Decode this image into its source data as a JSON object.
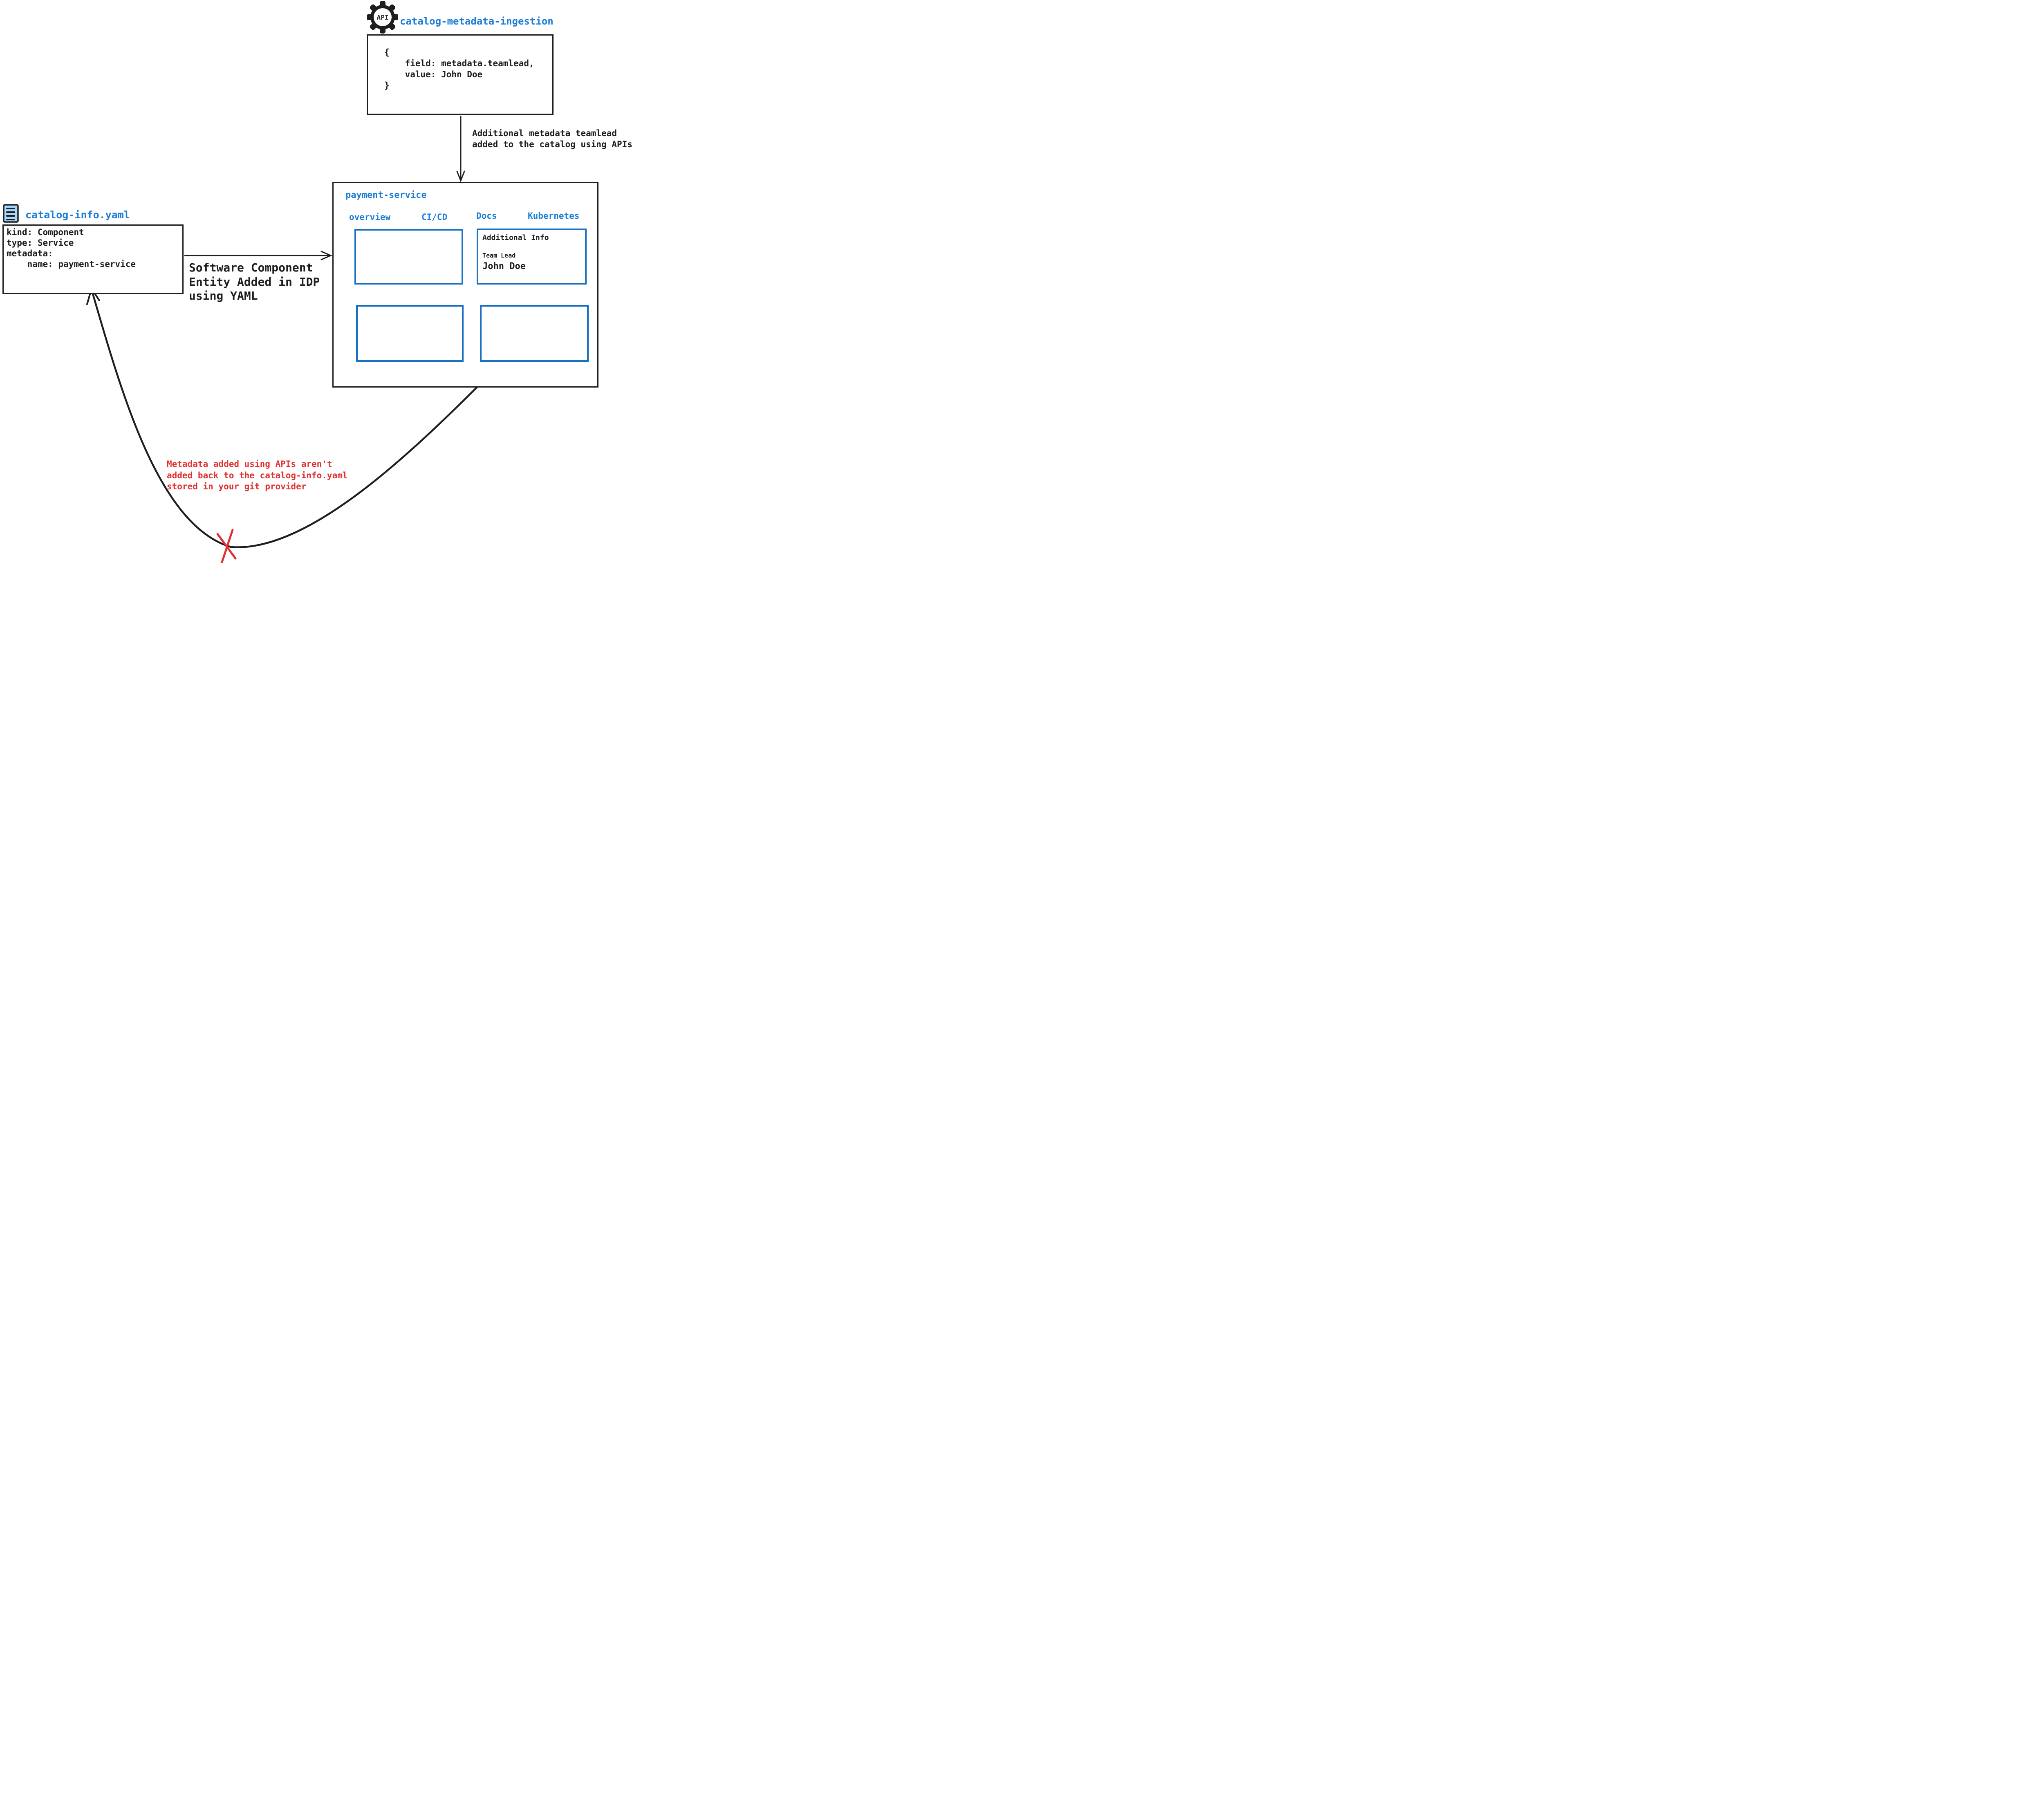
{
  "api_node": {
    "icon": "gear-api-icon",
    "icon_label": "API",
    "title": "catalog-metadata-ingestion",
    "code_lines": [
      "{",
      "    field: metadata.teamlead,",
      "    value: John Doe",
      "}"
    ]
  },
  "api_arrow": {
    "label": "Additional metadata teamlead\nadded to the catalog using APIs"
  },
  "idp_box": {
    "title": "payment-service",
    "tabs": [
      {
        "label": "overview"
      },
      {
        "label": "CI/CD"
      },
      {
        "label": "Docs"
      },
      {
        "label": "Kubernetes"
      }
    ],
    "docs_panel": {
      "heading": "Additional Info",
      "field_label": "Team Lead",
      "field_value": "John Doe"
    }
  },
  "yaml_node": {
    "icon": "file-document-icon",
    "title": "catalog-info.yaml",
    "code_lines": [
      "kind: Component",
      "type: Service",
      "metadata:",
      "    name: payment-service"
    ]
  },
  "yaml_arrow": {
    "label": "Software Component\nEntity Added in IDP\nusing YAML"
  },
  "return_arrow": {
    "label": "Metadata added using APIs aren't\nadded back to the catalog-info.yaml\nstored in your git provider"
  },
  "colors": {
    "ink": "#1e1e1e",
    "blue_text": "#1c7ed6",
    "panel_border": "#1971c2",
    "icon_fill": "#a5d8ff",
    "red": "#e03131"
  }
}
